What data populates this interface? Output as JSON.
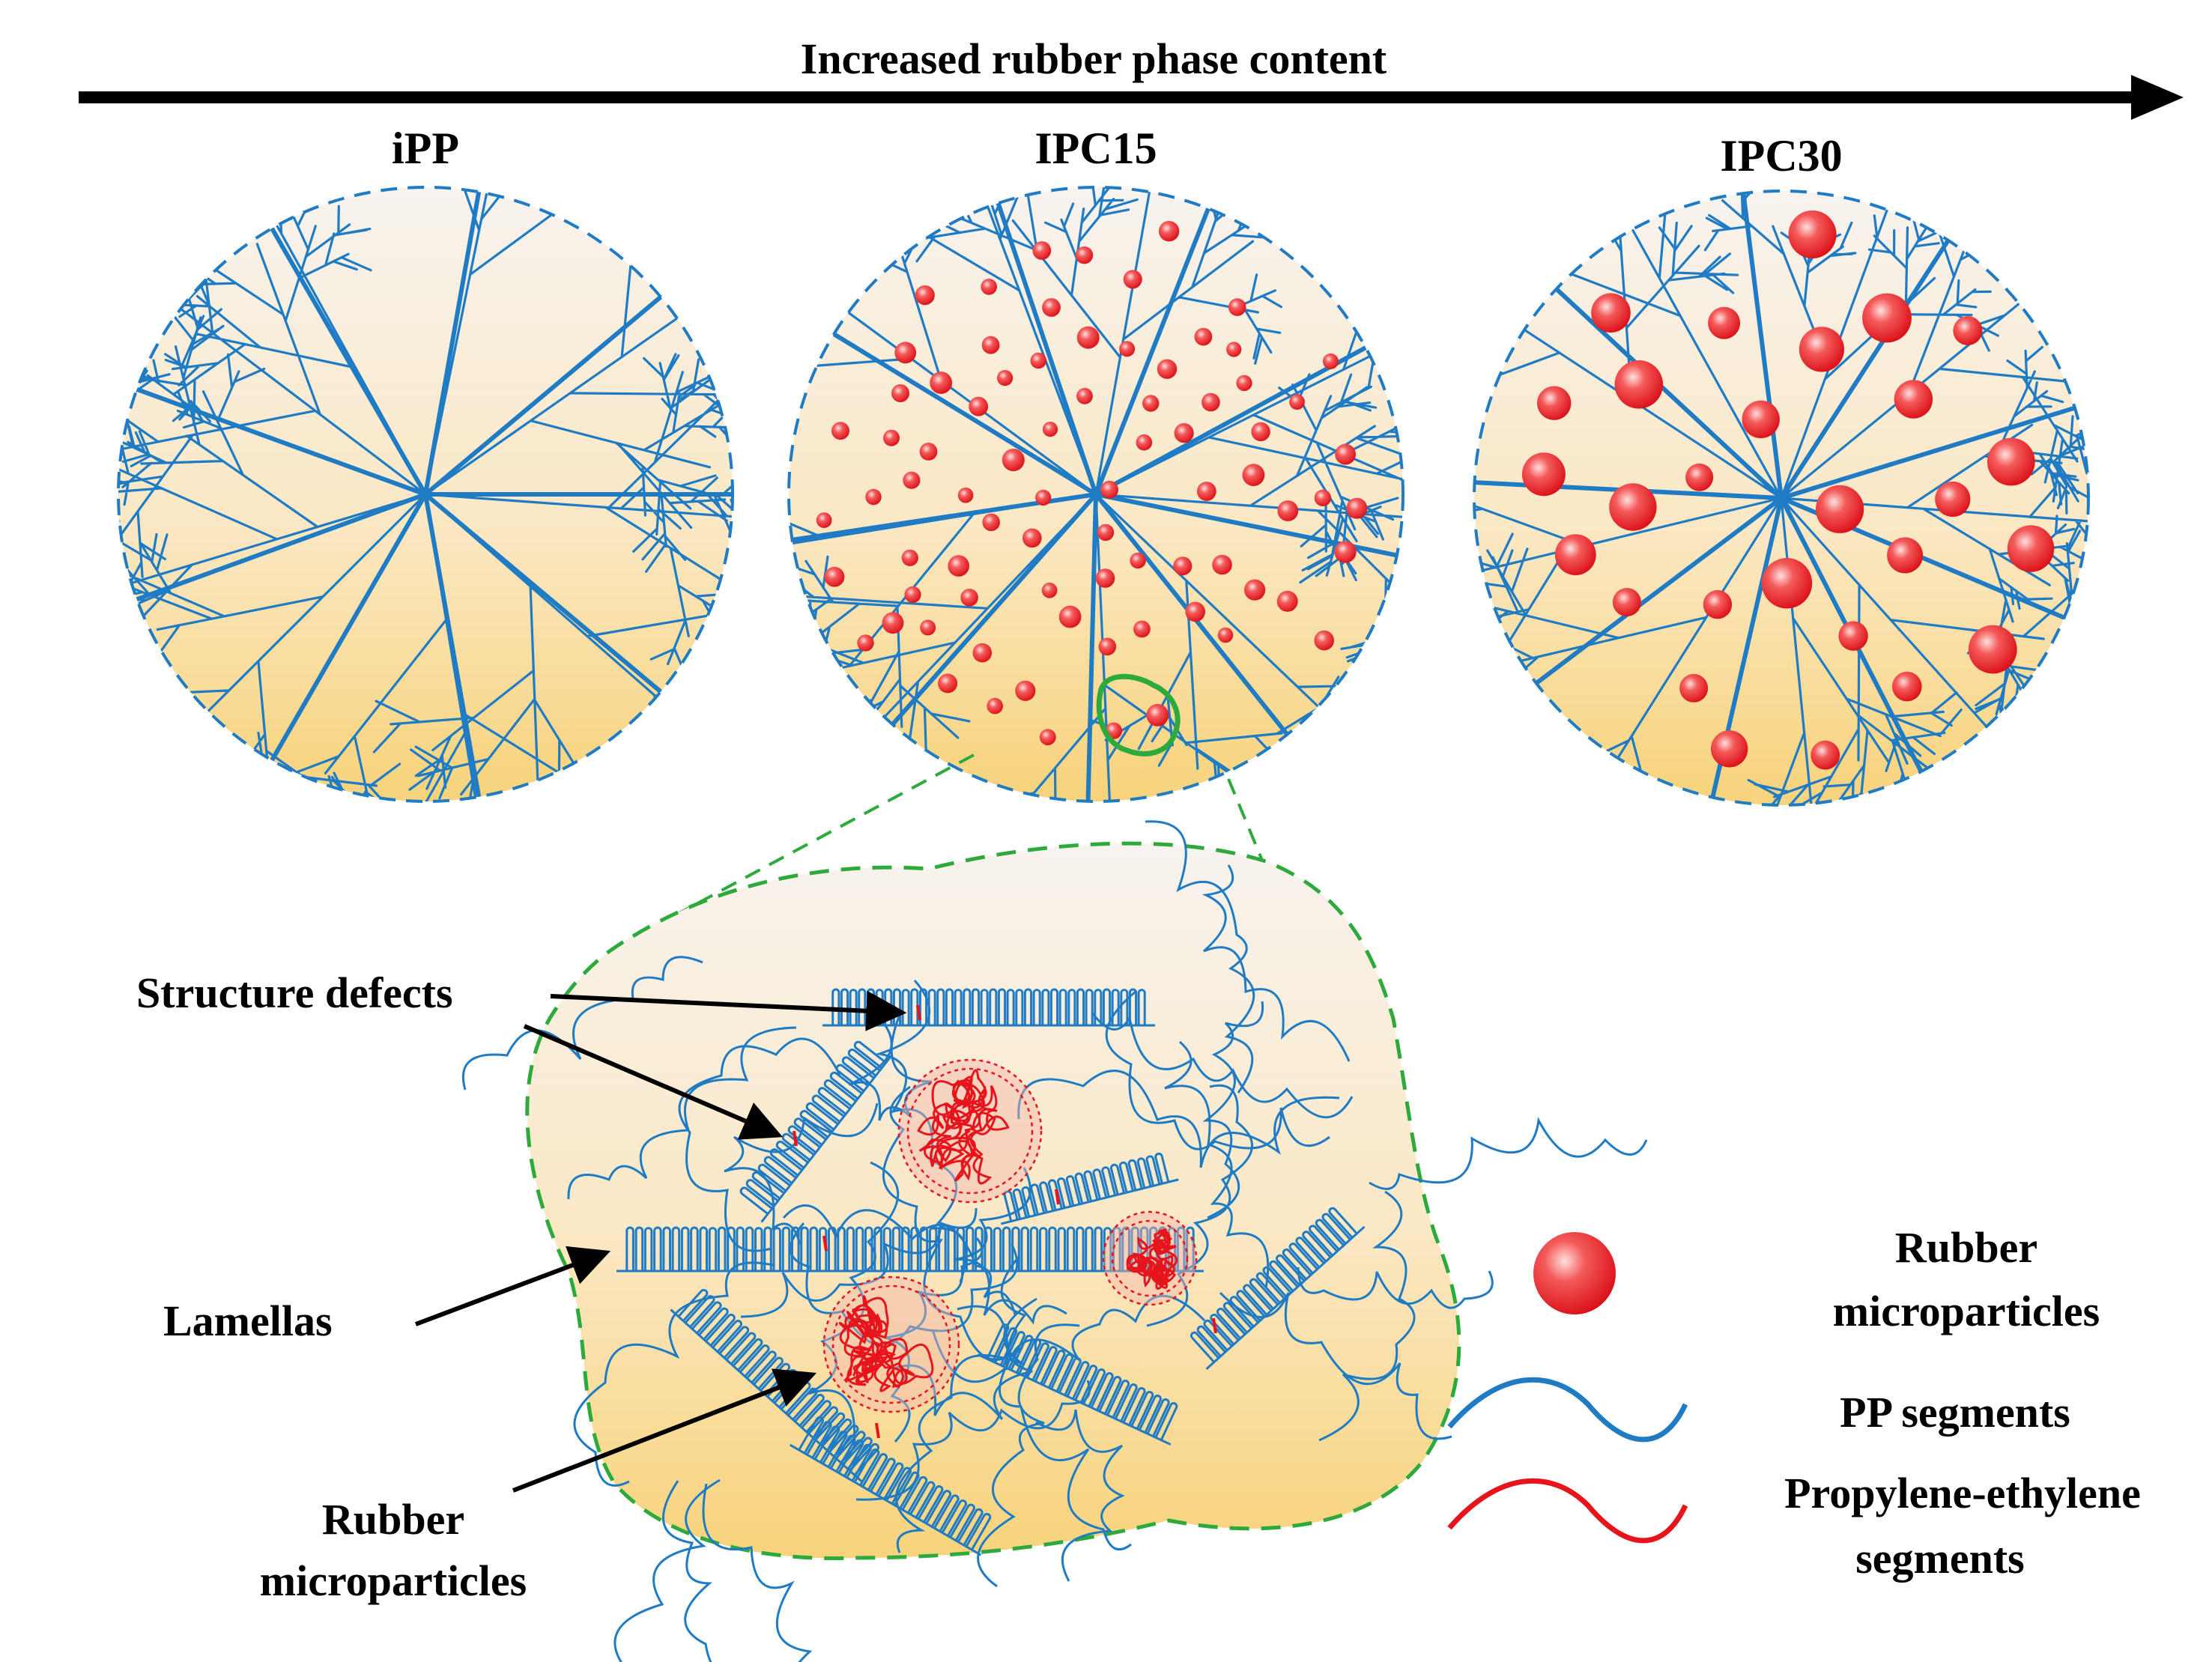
{
  "top_arrow": {
    "label": "Increased rubber phase content"
  },
  "spherulites": [
    {
      "title": "iPP",
      "rubber_particles": "none"
    },
    {
      "title": "IPC15",
      "rubber_particles": "many small"
    },
    {
      "title": "IPC30",
      "rubber_particles": "fewer large"
    }
  ],
  "callouts": {
    "structure_defects": "Structure defects",
    "lamellas": "Lamellas",
    "rubber_line1": "Rubber",
    "rubber_line2": "microparticles"
  },
  "legend": {
    "rubber_line1": "Rubber",
    "rubber_line2": "microparticles",
    "pp_segments": "PP segments",
    "pe_line1": "Propylene-ethylene",
    "pe_line2": "segments"
  },
  "colors": {
    "lamella_blue": "#1f7bc4",
    "rubber_red": "#e8141c",
    "zoom_green": "#2eaa3c",
    "matrix_top": "#f6f1ec",
    "matrix_bottom": "#f7d784"
  }
}
